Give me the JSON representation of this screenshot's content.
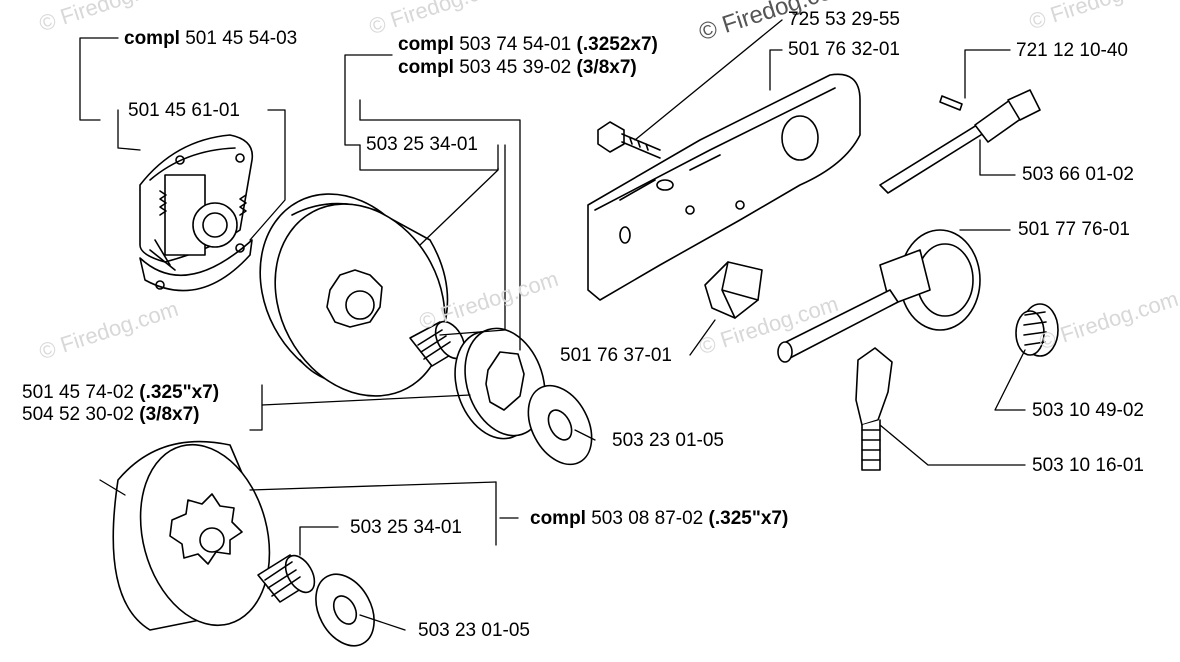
{
  "watermark": "© Firedog.com",
  "labels": {
    "clutch_compl": {
      "prefix": "compl",
      "number": "501 45 54-03"
    },
    "clutch_shoe": {
      "number": "501 45 61-01"
    },
    "drum_compl_a": {
      "prefix": "compl",
      "number": "503 74 54-01",
      "spec": "(.3252x7)"
    },
    "drum_compl_b": {
      "prefix": "compl",
      "number": "503 45 39-02",
      "spec": "(3/8x7)"
    },
    "bearing_upper": {
      "number": "503 25 34-01"
    },
    "rim_a": {
      "number": "501 45 74-02",
      "spec": "(.325\"x7)"
    },
    "rim_b": {
      "number": "504 52 30-02",
      "spec": "(3/8x7)"
    },
    "washer_upper": {
      "number": "503 23 01-05"
    },
    "drum_compl_lower": {
      "prefix": "compl",
      "number": "503 08 87-02",
      "spec": "(.325\"x7)"
    },
    "bearing_lower": {
      "number": "503 25 34-01"
    },
    "washer_lower": {
      "number": "503 23 01-05"
    },
    "screw": {
      "number": "725 53 29-55"
    },
    "guide_plate": {
      "number": "501 76 32-01"
    },
    "pin": {
      "number": "721 12 10-40"
    },
    "pump_shaft": {
      "number": "503 66 01-02"
    },
    "pump_assy": {
      "number": "501 77 76-01"
    },
    "guide": {
      "number": "501 76 37-01"
    },
    "worm": {
      "number": "503 10 49-02"
    },
    "hose": {
      "number": "503 10 16-01"
    }
  }
}
